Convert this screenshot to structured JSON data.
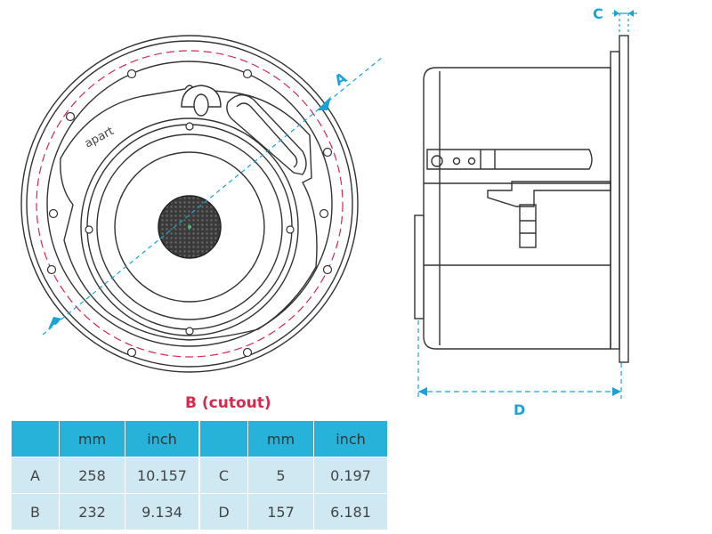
{
  "labels": {
    "A": "A",
    "B": "B (cutout)",
    "C": "C",
    "D": "D",
    "brand": "apart"
  },
  "colors": {
    "dimension": "#1aa3d6",
    "cutout": "#d42a4e",
    "table_header": "#27b2d9",
    "table_cell": "#cfe9f3",
    "line": "#333333"
  },
  "table_left": {
    "headers": [
      "",
      "mm",
      "inch"
    ],
    "rows": [
      [
        "A",
        "258",
        "10.157"
      ],
      [
        "B",
        "232",
        "9.134"
      ]
    ]
  },
  "table_right": {
    "headers": [
      "",
      "mm",
      "inch"
    ],
    "rows": [
      [
        "C",
        "5",
        "0.197"
      ],
      [
        "D",
        "157",
        "6.181"
      ]
    ]
  }
}
